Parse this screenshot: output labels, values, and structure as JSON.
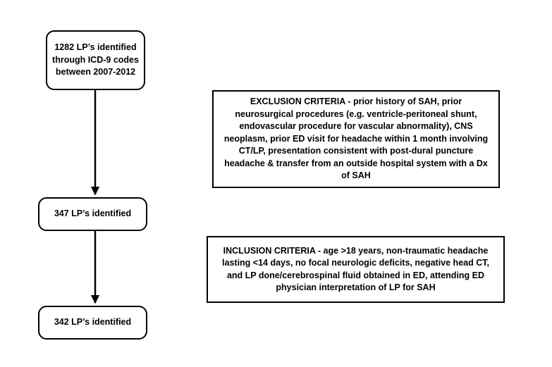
{
  "flow_boxes": {
    "start": {
      "lines": [
        "1282 LP’s identified",
        "through ICD-9 codes",
        "between 2007-2012"
      ]
    },
    "after_exclusion": {
      "text": "347 LP’s identified"
    },
    "after_inclusion": {
      "text": "342 LP’s identified"
    }
  },
  "criteria": {
    "exclusion": "EXCLUSION CRITERIA - prior history of SAH, prior neurosurgical procedures (e.g. ventricle-peritoneal shunt, endovascular procedure for vascular abnormality), CNS neoplasm, prior ED visit for headache within 1 month involving CT/LP, presentation consistent with post-dural puncture headache & transfer from an outside hospital system with a Dx of SAH",
    "inclusion": "INCLUSION CRITERIA - age >18 years, non-traumatic headache lasting <14 days, no focal neurologic deficits, negative head CT, and LP done/cerebrospinal fluid obtained in ED, attending ED physician interpretation of LP for SAH"
  },
  "colors": {
    "stroke": "#000000",
    "background": "#ffffff"
  }
}
